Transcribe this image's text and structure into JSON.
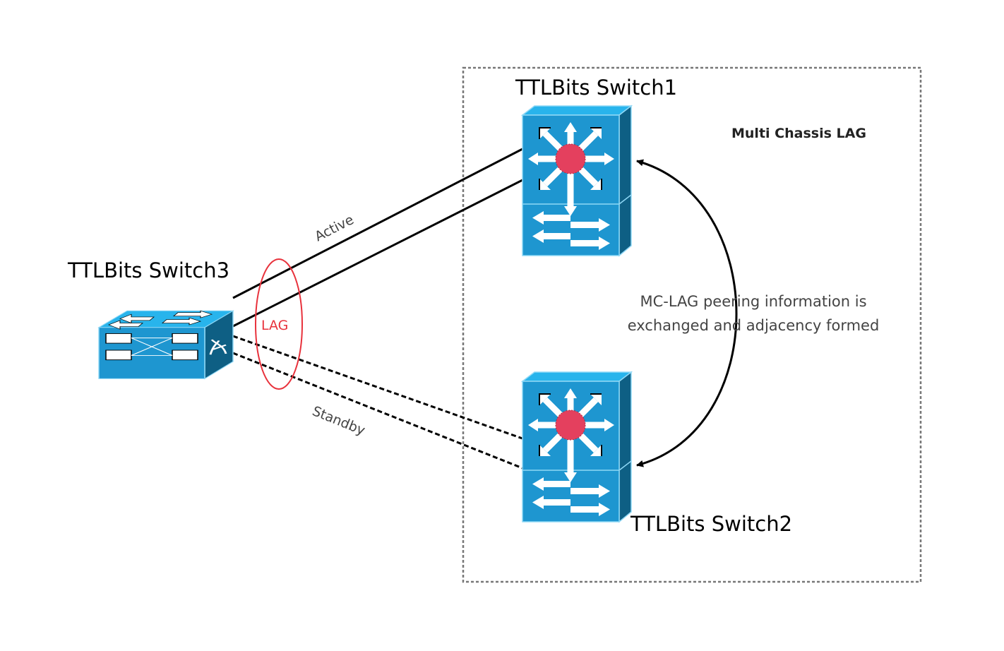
{
  "diagram": {
    "group_title": "Multi Chassis LAG",
    "switches": {
      "switch1": {
        "label": "TTLBits Switch1",
        "type": "multilayer-switch"
      },
      "switch2": {
        "label": "TTLBits Switch2",
        "type": "multilayer-switch"
      },
      "switch3": {
        "label": "TTLBits Switch3",
        "type": "workgroup-switch"
      }
    },
    "links": {
      "active": {
        "label": "Active",
        "style": "solid",
        "from": "TTLBits Switch3",
        "to": "TTLBits Switch1",
        "count": 2
      },
      "standby": {
        "label": "Standby",
        "style": "dashed",
        "from": "TTLBits Switch3",
        "to": "TTLBits Switch2",
        "count": 2
      }
    },
    "lag_label": "LAG",
    "peering_note": {
      "line1": "MC-LAG peering information is",
      "line2": "exchanged and adjacency formed"
    },
    "colors": {
      "switch_front": "#1e96d0",
      "switch_top": "#28b4ec",
      "switch_side": "#0e5f84",
      "switch_edge": "#8fd8f6",
      "router_core": "#e4405e",
      "lag_ring": "#e8323c",
      "group_border": "#777777"
    }
  }
}
